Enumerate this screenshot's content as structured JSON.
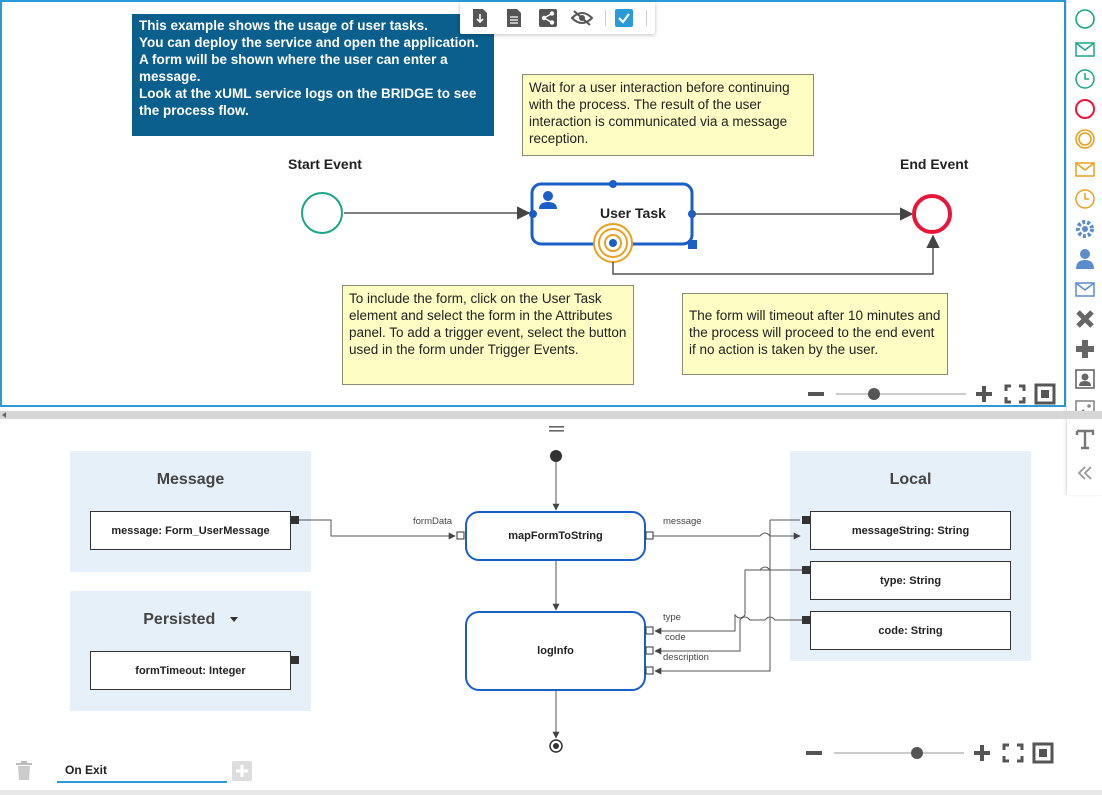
{
  "process": {
    "notes": {
      "intro": "This example shows the usage of user tasks.\nYou can deploy the service and open the application. A form will be shown where the user can enter a message.\nLook at the xUML service logs on the BRIDGE to see the process flow.",
      "wait": "Wait for a user interaction before continuing with the process. The result of the user interaction is communicated via a message reception.",
      "form": "To include the form, click on the User Task element and select the form in the Attributes panel. To add a trigger event, select the button used in the form under Trigger Events.",
      "timeout": "The form will timeout after 10 minutes and the process will proceed to the end event if no action is taken by the user."
    },
    "start_label": "Start Event",
    "end_label": "End Event",
    "task_label": "User Task"
  },
  "toolbar": {
    "icons": [
      "download-icon",
      "document-icon",
      "share-icon",
      "hide-icon",
      "checkbox-checked-icon"
    ]
  },
  "palette": {
    "icons": [
      "start-event-icon",
      "message-start-icon",
      "timer-start-icon",
      "end-event-icon",
      "intermediate-event-icon",
      "message-intermediate-icon",
      "timer-intermediate-icon",
      "service-task-icon",
      "user-task-icon",
      "send-task-icon",
      "exclusive-gateway-icon",
      "parallel-gateway-icon",
      "image-person-icon",
      "image-icon",
      "text-icon",
      "collapse-icon"
    ]
  },
  "mapping": {
    "message_group": {
      "title": "Message",
      "attr": "message: Form_UserMessage"
    },
    "persisted_group": {
      "title": "Persisted",
      "attr": "formTimeout: Integer"
    },
    "local_group": {
      "title": "Local",
      "attrs": [
        "messageString: String",
        "type: String",
        "code: String"
      ]
    },
    "nodes": {
      "map": "mapFormToString",
      "log": "logInfo"
    },
    "flow_labels": {
      "formData": "formData",
      "message": "message",
      "type": "type",
      "code": "code",
      "description": "description"
    }
  },
  "bottom_tabs": {
    "active": "On Exit"
  },
  "colors": {
    "accent": "#2a9bd6",
    "start": "#1aa58a",
    "end": "#e8173a",
    "task": "#1a5fc8",
    "timer": "#e8a020",
    "note_blue": "#0b5f8c",
    "note_yellow": "#fdfdc4"
  }
}
